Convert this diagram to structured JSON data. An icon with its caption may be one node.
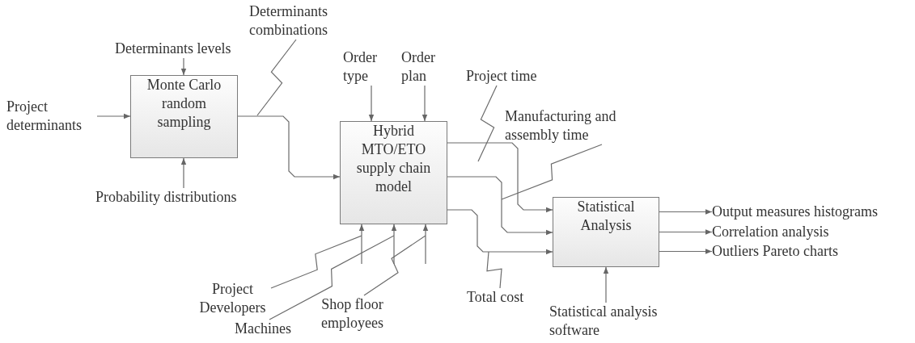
{
  "diagram": {
    "nodes": [
      {
        "text": [
          "Project determinants"
        ]
      },
      {
        "text": [
          "Determinants levels"
        ]
      },
      {
        "text": [
          "Monte Carlo random sampling"
        ]
      },
      {
        "text": [
          "Probability distributions"
        ]
      },
      {
        "text": [
          "Determinants combinations"
        ]
      },
      {
        "text": [
          "Order type"
        ]
      },
      {
        "text": [
          "Order plan"
        ]
      },
      {
        "text": [
          "Hybrid MTO/ETO supply chain model"
        ]
      },
      {
        "text": [
          "Project time"
        ]
      },
      {
        "text": [
          "Manufacturing and assembly time"
        ]
      },
      {
        "text": [
          "Statistical Analysis"
        ]
      },
      {
        "text": [
          "Output measures histograms"
        ]
      },
      {
        "text": [
          "Correlation analysis"
        ]
      },
      {
        "text": [
          "Outliers Pareto charts"
        ]
      },
      {
        "text": [
          "Project Developers"
        ]
      },
      {
        "text": [
          "Machines"
        ]
      },
      {
        "text": [
          "Shop floor employees"
        ]
      },
      {
        "text": [
          "Total cost"
        ]
      },
      {
        "text": [
          "Statistical analysis software"
        ]
      }
    ],
    "edges": [
      {
        "from": 0,
        "to": 2,
        "arrow": "to"
      },
      {
        "from": 1,
        "to": 2,
        "arrow": "to"
      },
      {
        "from": 3,
        "to": 2,
        "arrow": "to"
      },
      {
        "from": 2,
        "to": 7,
        "arrow": "to"
      },
      {
        "from": 4,
        "to": null,
        "arrow": "none"
      },
      {
        "from": 5,
        "to": 7,
        "arrow": "to"
      },
      {
        "from": 6,
        "to": 7,
        "arrow": "to"
      },
      {
        "from": 7,
        "to": 10,
        "arrow": "to"
      },
      {
        "from": 7,
        "to": 10,
        "arrow": "to"
      },
      {
        "from": 7,
        "to": 10,
        "arrow": "to"
      },
      {
        "from": 8,
        "to": null,
        "arrow": "none"
      },
      {
        "from": 9,
        "to": null,
        "arrow": "none"
      },
      {
        "from": 17,
        "to": null,
        "arrow": "none"
      },
      {
        "from": 14,
        "to": 7,
        "arrow": "to"
      },
      {
        "from": 15,
        "to": 7,
        "arrow": "to"
      },
      {
        "from": 16,
        "to": 7,
        "arrow": "to"
      },
      {
        "from": 18,
        "to": 10,
        "arrow": "to"
      },
      {
        "from": 10,
        "to": 11,
        "arrow": "to"
      },
      {
        "from": 10,
        "to": 12,
        "arrow": "to"
      },
      {
        "from": 10,
        "to": 13,
        "arrow": "to"
      }
    ]
  }
}
